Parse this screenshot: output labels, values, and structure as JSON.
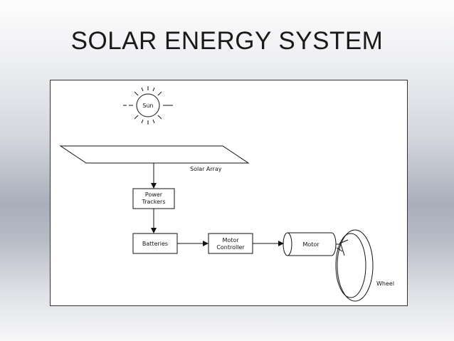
{
  "slide": {
    "title": "SOLAR ENERGY SYSTEM"
  },
  "diagram": {
    "sun_label": "Sun",
    "solar_array_label": "Solar Array",
    "power_trackers_line1": "Power",
    "power_trackers_line2": "Trackers",
    "batteries_label": "Batteries",
    "motor_controller_line1": "Motor",
    "motor_controller_line2": "Controller",
    "motor_label": "Motor",
    "wheel_label": "Wheel"
  }
}
